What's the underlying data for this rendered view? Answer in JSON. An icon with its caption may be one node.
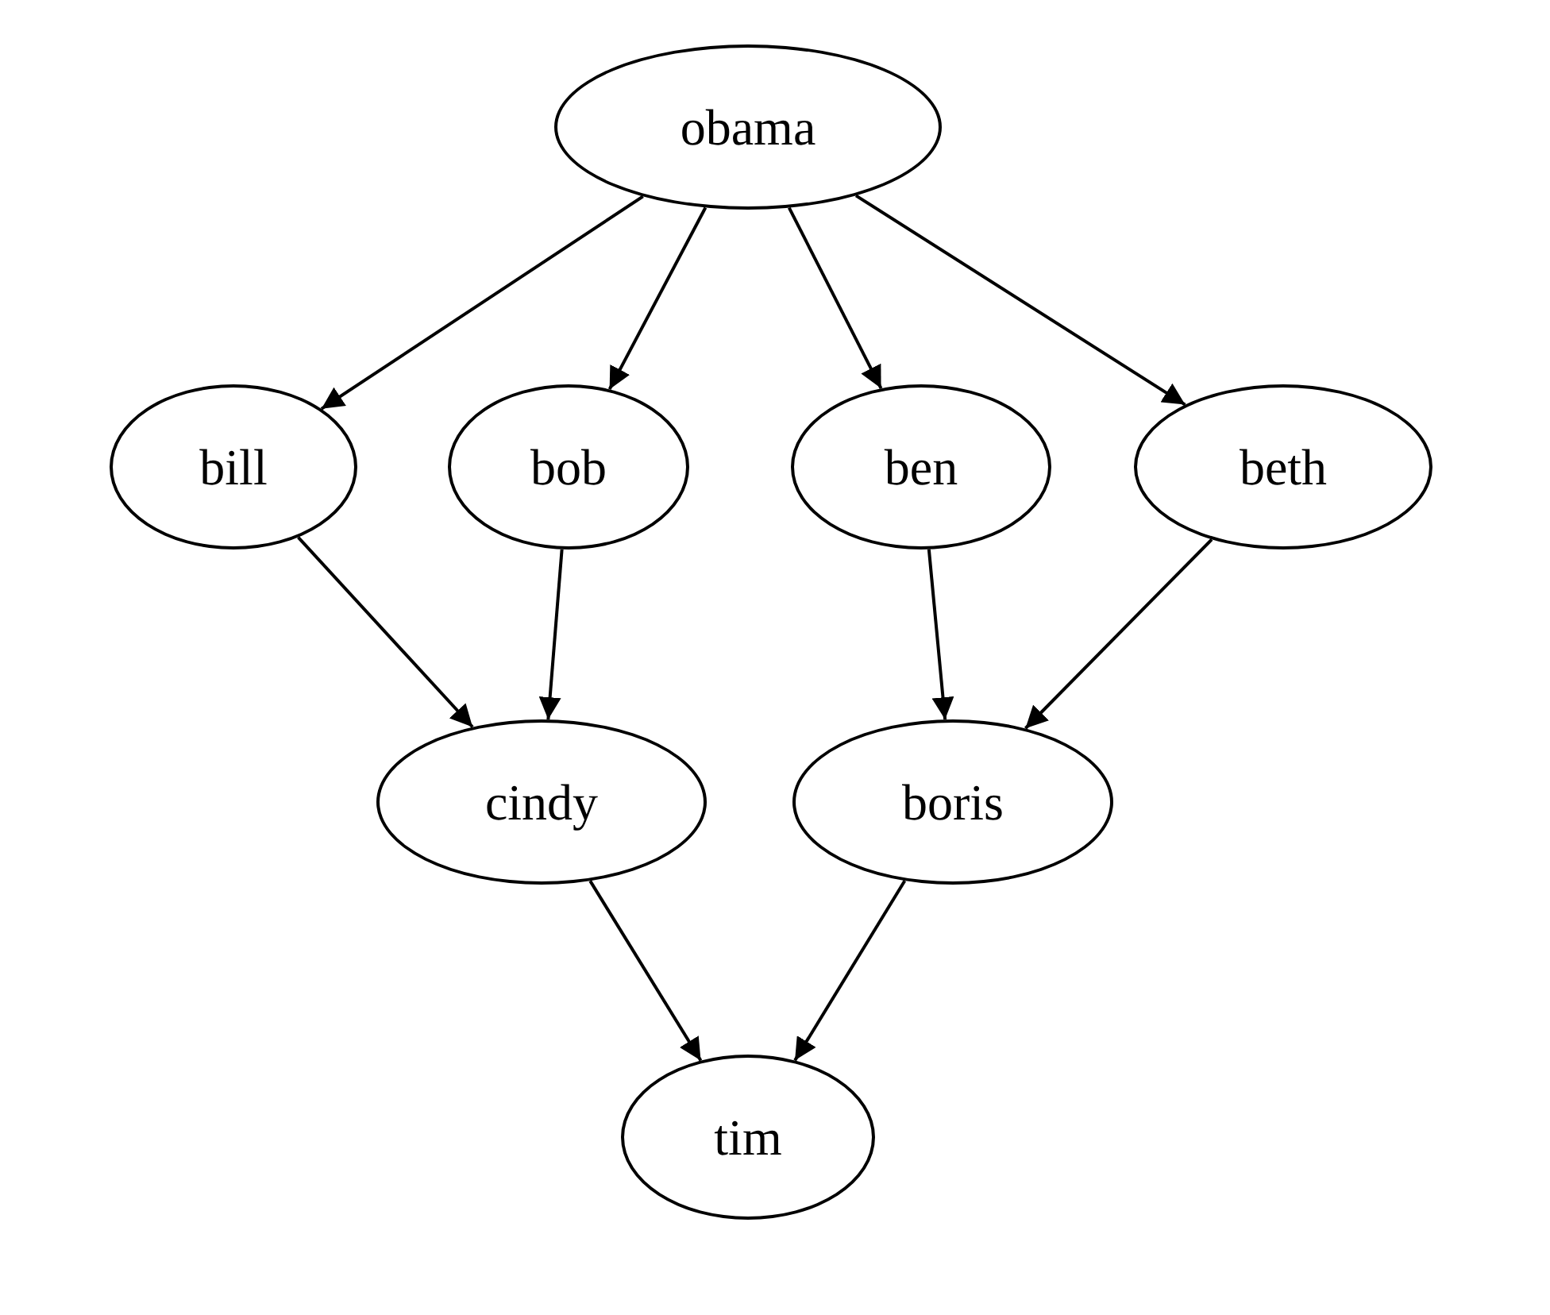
{
  "diagram": {
    "nodes": [
      {
        "text": [
          "obama"
        ]
      },
      {
        "text": [
          "bill"
        ]
      },
      {
        "text": [
          "bob"
        ]
      },
      {
        "text": [
          "ben"
        ]
      },
      {
        "text": [
          "beth"
        ]
      },
      {
        "text": [
          "cindy"
        ]
      },
      {
        "text": [
          "boris"
        ]
      },
      {
        "text": [
          "tim"
        ]
      }
    ],
    "edges": [
      {
        "from": 0,
        "to": 1,
        "arrow": "to"
      },
      {
        "from": 0,
        "to": 2,
        "arrow": "to"
      },
      {
        "from": 0,
        "to": 3,
        "arrow": "to"
      },
      {
        "from": 0,
        "to": 4,
        "arrow": "to"
      },
      {
        "from": 1,
        "to": 5,
        "arrow": "to"
      },
      {
        "from": 2,
        "to": 5,
        "arrow": "to"
      },
      {
        "from": 3,
        "to": 6,
        "arrow": "to"
      },
      {
        "from": 4,
        "to": 6,
        "arrow": "to"
      },
      {
        "from": 5,
        "to": 7,
        "arrow": "to"
      },
      {
        "from": 6,
        "to": 7,
        "arrow": "to"
      }
    ]
  }
}
